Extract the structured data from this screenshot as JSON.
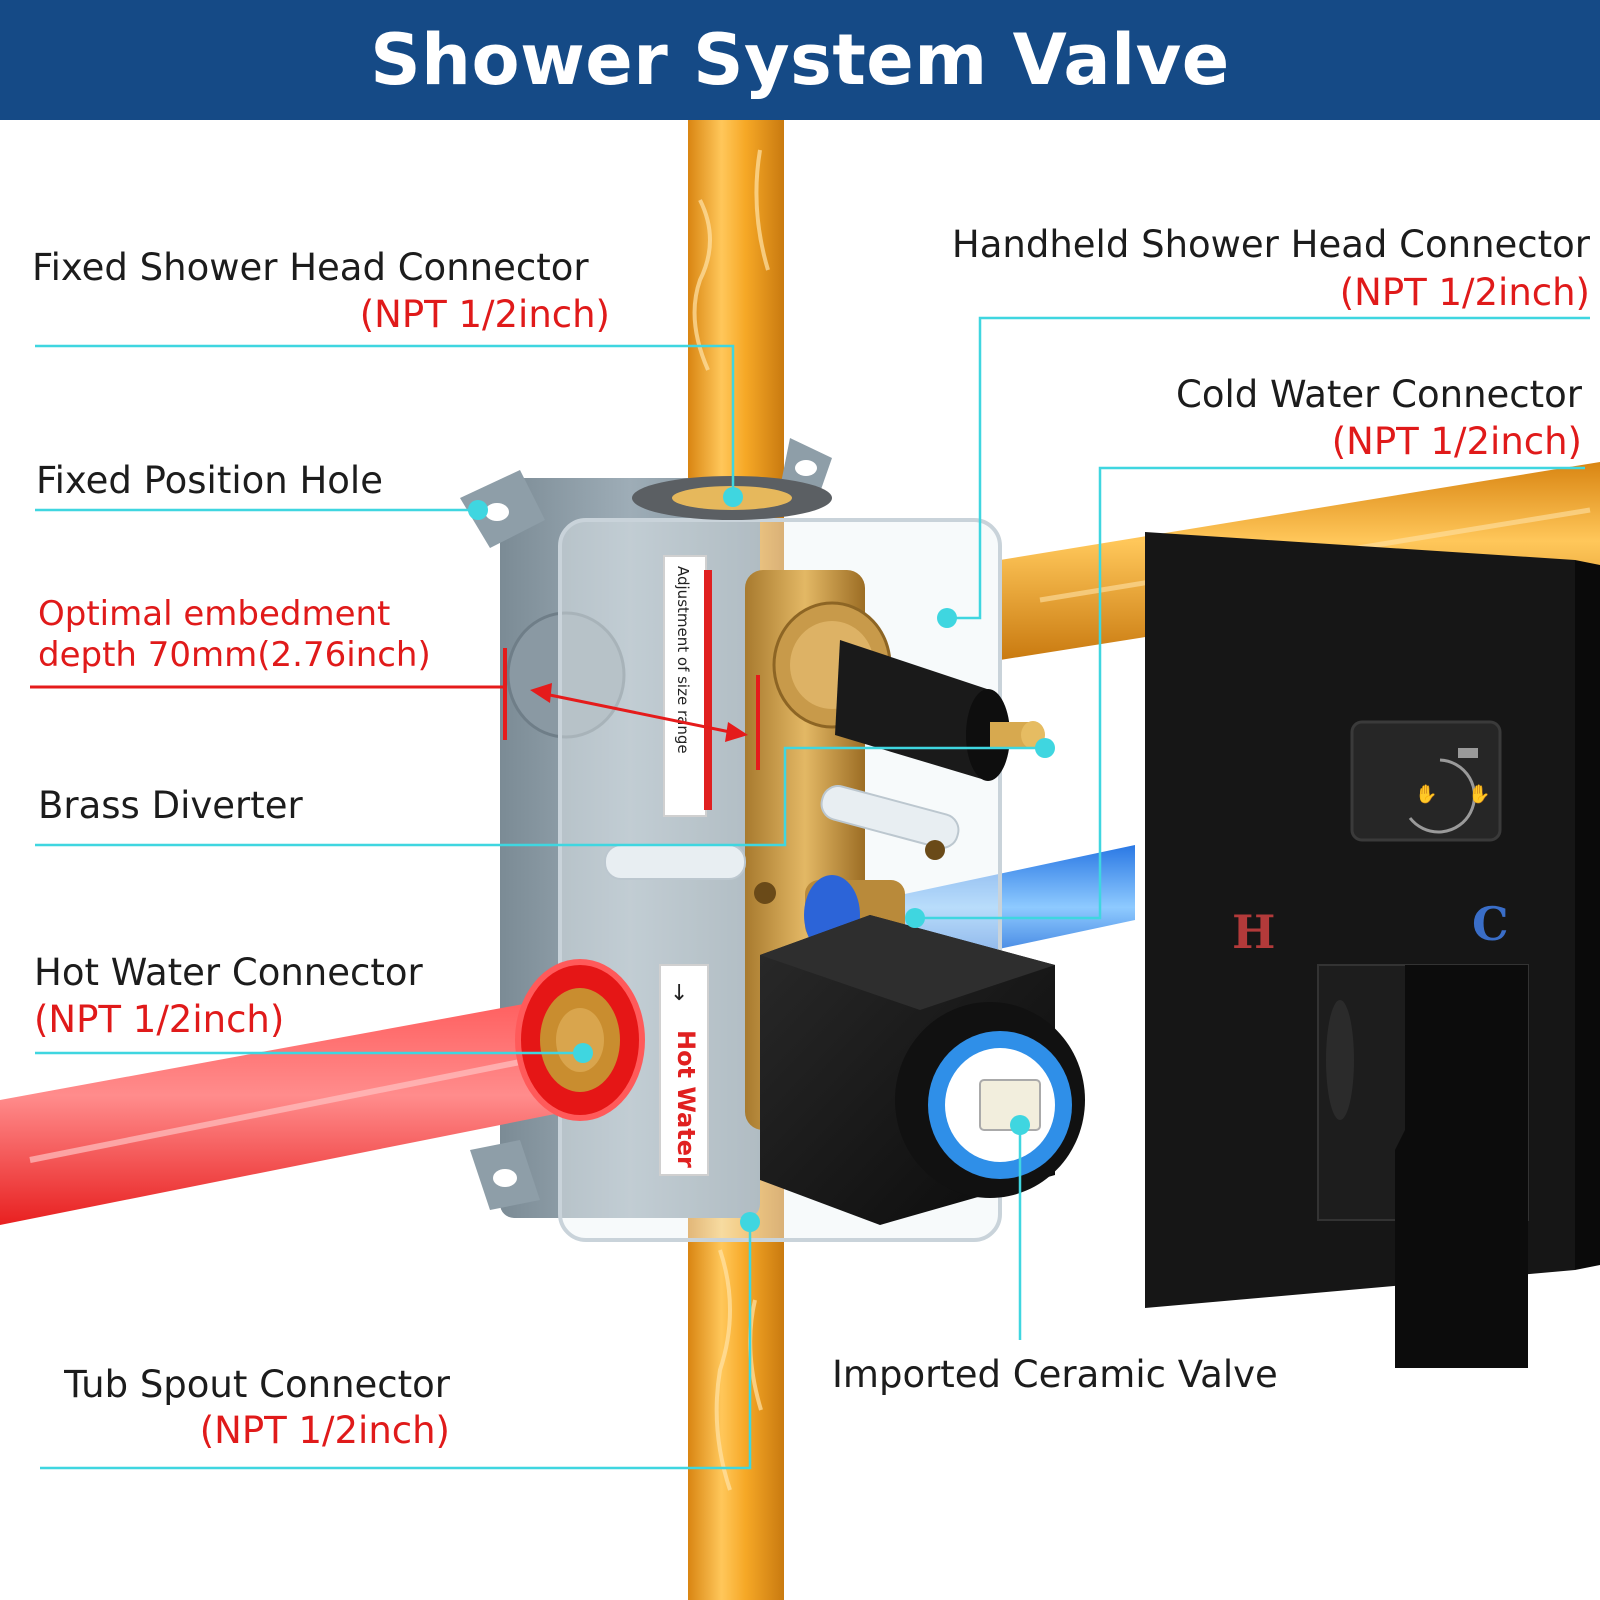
{
  "title": "Shower System Valve",
  "colors": {
    "banner": "#154a86",
    "callout_line": "#3fd6e0",
    "spec_text": "#e01a1a",
    "hot_pipe": "#ff3b3b",
    "cold_pipe": "#3a8ff0",
    "copper_pipe": "#f3a21c",
    "trim_plate": "#141414"
  },
  "callouts": {
    "fixed_head": {
      "name": "Fixed Shower Head Connector",
      "spec": "(NPT 1/2inch)"
    },
    "handheld_head": {
      "name": "Handheld Shower Head Connector",
      "spec": "(NPT 1/2inch)"
    },
    "cold_water": {
      "name": "Cold Water Connector",
      "spec": "(NPT 1/2inch)"
    },
    "fixed_hole": {
      "name": "Fixed Position Hole"
    },
    "embed_depth": {
      "line1": "Optimal embedment",
      "line2": "depth 70mm(2.76inch)"
    },
    "brass_diverter": {
      "name": "Brass Diverter"
    },
    "hot_water": {
      "name": "Hot Water Connector",
      "spec": "(NPT 1/2inch)"
    },
    "tub_spout": {
      "name": "Tub Spout Connector",
      "spec": "(NPT 1/2inch)"
    },
    "ceramic_valve": {
      "name": "Imported Ceramic Valve"
    }
  },
  "stickers": {
    "size_range": "Adjustment of size range",
    "hot_water": "Hot Water"
  },
  "trim_letters": {
    "hot": "H",
    "cold": "C"
  },
  "icons": [
    "diverter-mode-icon"
  ]
}
